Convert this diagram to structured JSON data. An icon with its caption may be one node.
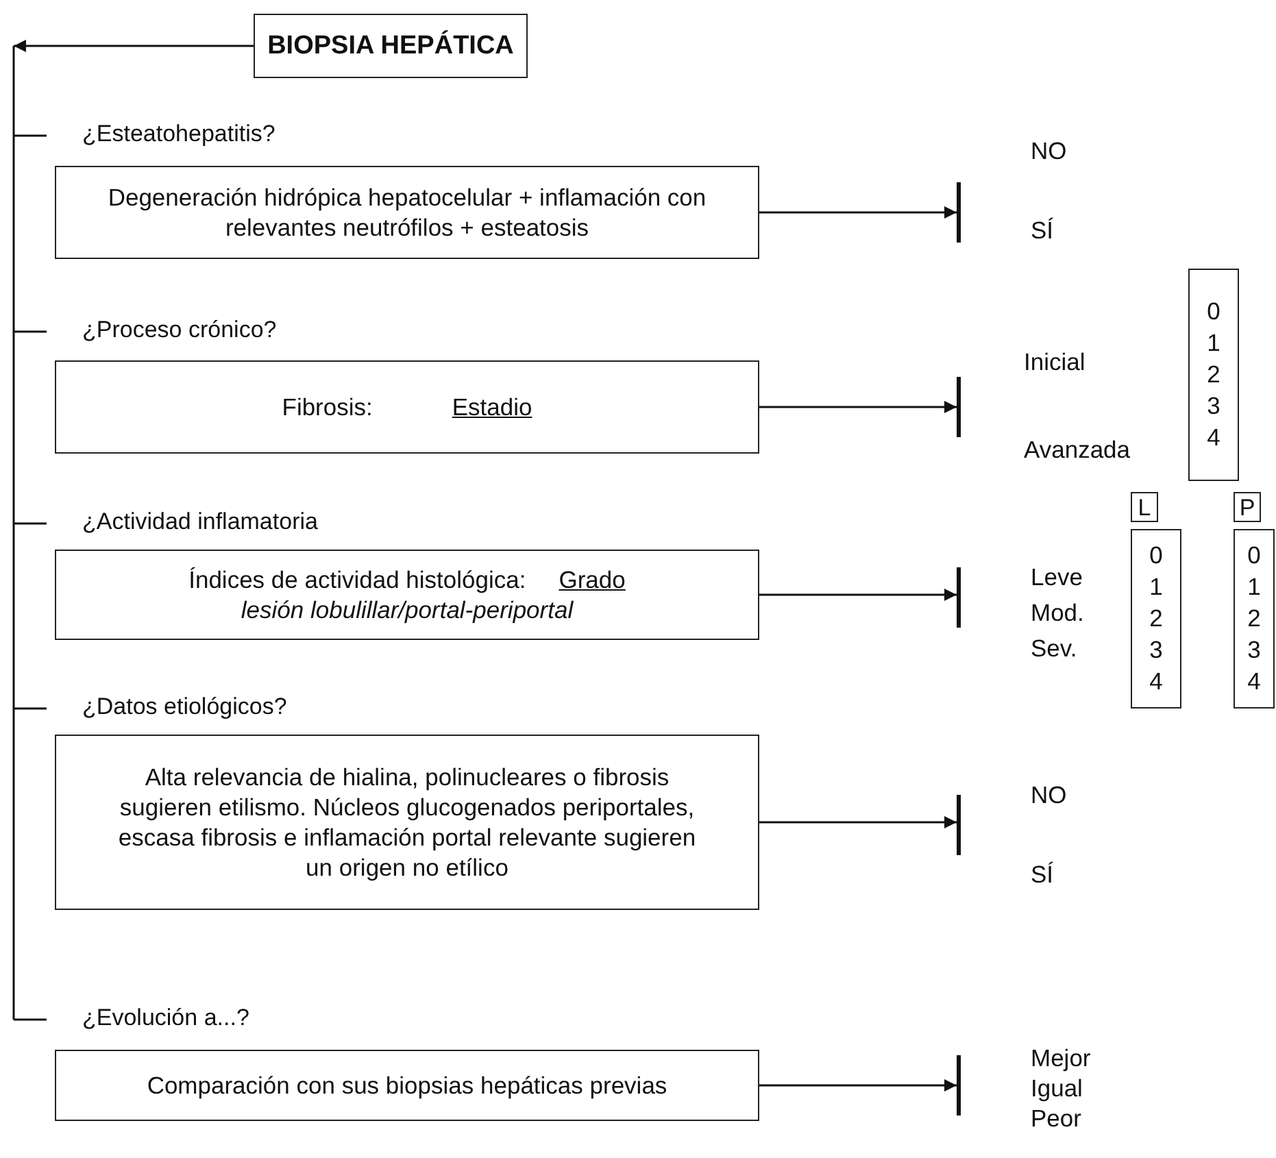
{
  "diagram": {
    "nodes": [
      {
        "text": [
          "BIOPSIA HEPÁTICA"
        ]
      },
      {
        "text": [
          "¿Esteatohepatitis?",
          "Degeneración hidrópica hepatocelular + inflamación con relevantes neutrófilos + esteatosis"
        ]
      },
      {
        "text": [],
        "shape": "bar",
        "beside": [
          "NO",
          "SÍ"
        ]
      },
      {
        "text": [
          "¿Proceso crónico?",
          "Fibrosis:",
          "Estadio"
        ]
      },
      {
        "text": [],
        "shape": "bar"
      },
      {
        "text": [
          "0",
          "1",
          "2",
          "3",
          "4"
        ]
      },
      {
        "text": [
          "¿Actividad inflamatoria",
          "Índices de actividad histológica:",
          "Grado",
          "lesión lobulillar/portal-periportal"
        ]
      },
      {
        "text": [],
        "shape": "bar",
        "beside": [
          "Leve",
          "Mod.",
          "Sev."
        ]
      },
      {
        "text": [
          "L"
        ]
      },
      {
        "text": [
          "0",
          "1",
          "2",
          "3",
          "4"
        ]
      },
      {
        "text": [
          "P"
        ]
      },
      {
        "text": [
          "0",
          "1",
          "2",
          "3",
          "4"
        ]
      },
      {
        "text": [
          "¿Datos etiológicos?",
          "Alta relevancia de hialina, polinucleares o fibrosis sugieren etilismo. Núcleos glucogenados periportales, escasa fibrosis e inflamación portal relevante sugieren un origen no etílico"
        ]
      },
      {
        "text": [],
        "shape": "bar",
        "beside": [
          "NO",
          "SÍ"
        ]
      },
      {
        "text": [
          "¿Evolución a...?",
          "Comparación con sus biopsias hepáticas previas"
        ]
      },
      {
        "text": [],
        "shape": "bar",
        "beside": [
          "Mejor",
          "Igual",
          "Peor"
        ]
      }
    ],
    "edges": [
      {
        "from": 0,
        "to": null,
        "arrow": "to"
      },
      {
        "from": 1,
        "to": 2,
        "arrow": "to"
      },
      {
        "from": 3,
        "to": 4,
        "arrow": "to"
      },
      {
        "from": 6,
        "to": 7,
        "arrow": "to"
      },
      {
        "from": 12,
        "to": 13,
        "arrow": "to"
      },
      {
        "from": 14,
        "to": 15,
        "arrow": "to"
      }
    ],
    "labels": [
      "Inicial",
      "Avanzada"
    ]
  }
}
